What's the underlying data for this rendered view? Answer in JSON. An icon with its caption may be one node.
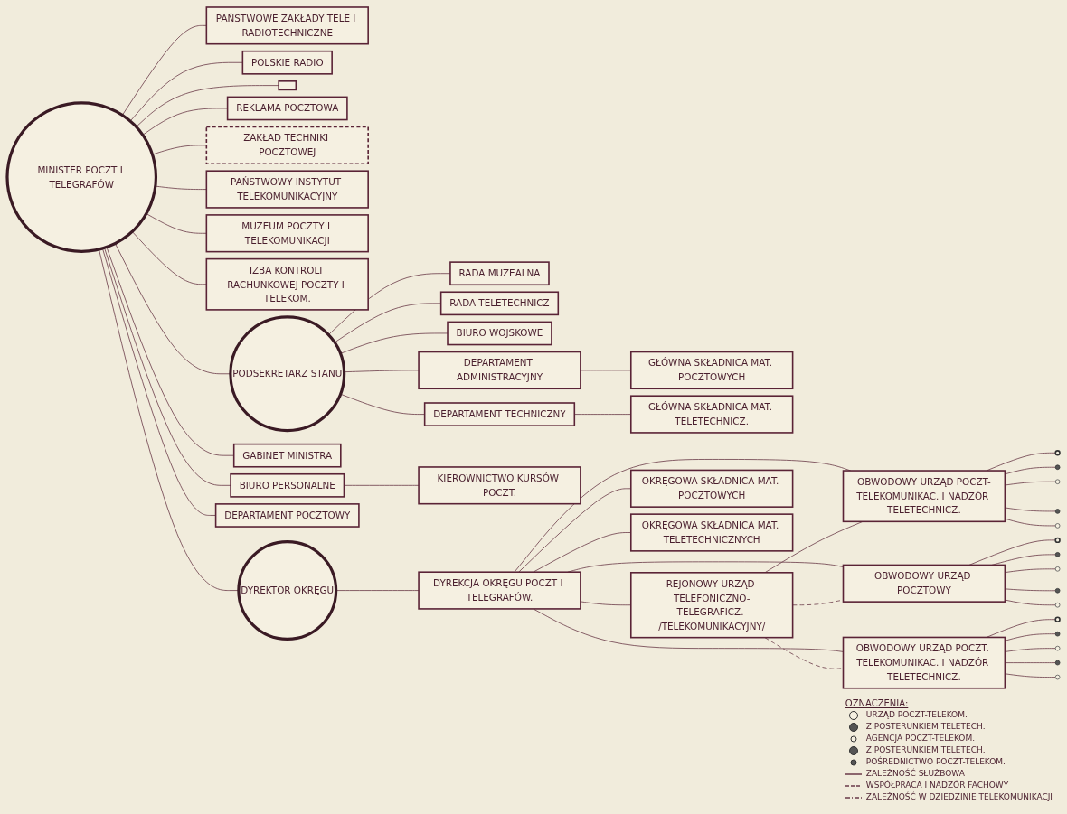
{
  "diagram": {
    "nodes": [
      {
        "text": [
          "MINISTER POCZT I TELEGRAFÓW"
        ]
      },
      {
        "text": [
          "PAŃSTWOWE ZAKŁADY TELE I RADIOTECHNICZNE"
        ]
      },
      {
        "text": [
          "POLSKIE RADIO"
        ]
      },
      {
        "text": [],
        "shape": "box"
      },
      {
        "text": [
          "REKLAMA POCZTOWA"
        ]
      },
      {
        "text": [
          "ZAKŁAD TECHNIKI POCZTOWEJ"
        ]
      },
      {
        "text": [
          "PAŃSTWOWY INSTYTUT TELEKOMUNIKACYJNY"
        ]
      },
      {
        "text": [
          "MUZEUM POCZTY I TELEKOMUNIKACJI"
        ]
      },
      {
        "text": [
          "IZBA KONTROLI RACHUNKOWEJ POCZTY I TELEKOM."
        ]
      },
      {
        "text": [
          "PODSEKRETARZ STANU"
        ]
      },
      {
        "text": [
          "RADA MUZEALNA"
        ]
      },
      {
        "text": [
          "RADA TELETECHNICZ"
        ]
      },
      {
        "text": [
          "GABINET MINISTRA"
        ]
      },
      {
        "text": [
          "BIURO PERSONALNE"
        ]
      },
      {
        "text": [
          "DEPARTAMENT POCZTOWY"
        ]
      },
      {
        "text": [
          "BIURO WOJSKOWE"
        ]
      },
      {
        "text": [
          "DEPARTAMENT ADMINISTRACYJNY"
        ]
      },
      {
        "text": [
          "DEPARTAMENT TECHNICZNY"
        ]
      },
      {
        "text": [
          "KIEROWNICTWO KURSÓW POCZT."
        ]
      },
      {
        "text": [
          "GŁÓWNA SKŁADNICA MAT. POCZTOWYCH"
        ]
      },
      {
        "text": [
          "GŁÓWNA SKŁADNICA MAT. TELETECHNICZ."
        ]
      },
      {
        "text": [
          "DYREKTOR OKRĘGU"
        ]
      },
      {
        "text": [
          "DYREKCJA OKRĘGU POCZT I TELEGRAFÓW."
        ]
      },
      {
        "text": [
          "REJONOWY URZĄD TELEFONICZNO-TELEGRAFICZ. /TELEKOMUNIKACYJNY/"
        ]
      },
      {
        "text": [
          "OKRĘGOWA SKŁADNICA MAT. POCZTOWYCH"
        ]
      },
      {
        "text": [
          "OKRĘGOWA SKŁADNICA MAT. TELETECHNICZNYCH"
        ]
      },
      {
        "text": [
          "OBWODOWY URZĄD POCZT-TELEKOMUNIKAC. I NADZÓR TELETECHNICZ."
        ]
      },
      {
        "text": [
          "OBWODOWY URZĄD POCZTOWY"
        ]
      },
      {
        "text": [
          "OBWODOWY URZĄD POCZT. TELEKOMUNIKAC. I NADZÓR TELETECHNICZ."
        ]
      },
      {
        "text": [],
        "shape": "circle"
      },
      {
        "text": [],
        "shape": "circle"
      },
      {
        "text": [],
        "shape": "circle"
      },
      {
        "text": [],
        "shape": "circle"
      },
      {
        "text": [],
        "shape": "circle"
      },
      {
        "text": [],
        "shape": "circle"
      },
      {
        "text": [],
        "shape": "circle"
      },
      {
        "text": [],
        "shape": "circle"
      },
      {
        "text": [],
        "shape": "circle"
      },
      {
        "text": [],
        "shape": "circle"
      },
      {
        "text": [],
        "shape": "circle"
      },
      {
        "text": [],
        "shape": "circle"
      },
      {
        "text": [],
        "shape": "circle"
      },
      {
        "text": [],
        "shape": "circle"
      },
      {
        "text": [],
        "shape": "circle"
      }
    ],
    "edges": [
      {
        "from": 0,
        "to": 1,
        "arrow": "none"
      },
      {
        "from": 0,
        "to": 2,
        "arrow": "none"
      },
      {
        "from": 0,
        "to": 3,
        "arrow": "none"
      },
      {
        "from": 0,
        "to": 4,
        "arrow": "none"
      },
      {
        "from": 0,
        "to": 5,
        "arrow": "none"
      },
      {
        "from": 0,
        "to": 6,
        "arrow": "none"
      },
      {
        "from": 0,
        "to": 7,
        "arrow": "none"
      },
      {
        "from": 0,
        "to": 8,
        "arrow": "none"
      },
      {
        "from": 0,
        "to": 9,
        "arrow": "none"
      },
      {
        "from": 0,
        "to": 12,
        "arrow": "none"
      },
      {
        "from": 0,
        "to": 13,
        "arrow": "none"
      },
      {
        "from": 0,
        "to": 14,
        "arrow": "none"
      },
      {
        "from": 0,
        "to": 21,
        "arrow": "none"
      },
      {
        "from": 9,
        "to": 10,
        "arrow": "none"
      },
      {
        "from": 9,
        "to": 11,
        "arrow": "none"
      },
      {
        "from": 9,
        "to": 15,
        "arrow": "none"
      },
      {
        "from": 9,
        "to": 16,
        "arrow": "none"
      },
      {
        "from": 9,
        "to": 17,
        "arrow": "none"
      },
      {
        "from": 13,
        "to": 18,
        "arrow": "none"
      },
      {
        "from": 16,
        "to": 19,
        "arrow": "none"
      },
      {
        "from": 17,
        "to": 20,
        "arrow": "none"
      },
      {
        "from": 21,
        "to": 22,
        "arrow": "none"
      },
      {
        "from": 22,
        "to": 23,
        "arrow": "none"
      },
      {
        "from": 22,
        "to": 26,
        "arrow": "none"
      },
      {
        "from": 22,
        "to": 27,
        "arrow": "none"
      },
      {
        "from": 22,
        "to": 28,
        "arrow": "none"
      },
      {
        "from": 22,
        "to": 24,
        "arrow": "none"
      },
      {
        "from": 22,
        "to": 25,
        "arrow": "none"
      },
      {
        "from": 23,
        "to": 26,
        "arrow": "none"
      },
      {
        "from": 23,
        "to": 27,
        "arrow": "none",
        "style": "dashed"
      },
      {
        "from": 23,
        "to": 28,
        "arrow": "none",
        "style": "dashed"
      },
      {
        "from": 26,
        "to": 29,
        "arrow": "none"
      },
      {
        "from": 26,
        "to": 30,
        "arrow": "none"
      },
      {
        "from": 26,
        "to": 31,
        "arrow": "none"
      },
      {
        "from": 26,
        "to": 32,
        "arrow": "none"
      },
      {
        "from": 26,
        "to": 33,
        "arrow": "none"
      },
      {
        "from": 27,
        "to": 34,
        "arrow": "none"
      },
      {
        "from": 27,
        "to": 35,
        "arrow": "none"
      },
      {
        "from": 27,
        "to": 36,
        "arrow": "none"
      },
      {
        "from": 27,
        "to": 37,
        "arrow": "none"
      },
      {
        "from": 27,
        "to": 38,
        "arrow": "none"
      },
      {
        "from": 28,
        "to": 39,
        "arrow": "none"
      },
      {
        "from": 28,
        "to": 40,
        "arrow": "none"
      },
      {
        "from": 28,
        "to": 41,
        "arrow": "none"
      },
      {
        "from": 28,
        "to": 42,
        "arrow": "none"
      },
      {
        "from": 28,
        "to": 43,
        "arrow": "none"
      }
    ],
    "labels": [
      "OZNACZENIA:"
    ],
    "legend": [
      {
        "text": "URZĄD POCZT-TELEKOM."
      },
      {
        "text": "Z POSTERUNKIEM TELETECH."
      },
      {
        "text": "AGENCJA POCZT-TELEKOM."
      },
      {
        "text": "Z POSTERUNKIEM TELETECH."
      },
      {
        "text": "POŚREDNICTWO POCZT-TELEKOM."
      },
      {
        "text": "ZALEŻNOŚĆ SŁUŻBOWA"
      },
      {
        "text": "WSPÓŁPRACA I NADZÓR FACHOWY"
      },
      {
        "text": "ZALEŻNOŚĆ W DZIEDZINIE TELEKOMUNIKACJI"
      }
    ]
  }
}
